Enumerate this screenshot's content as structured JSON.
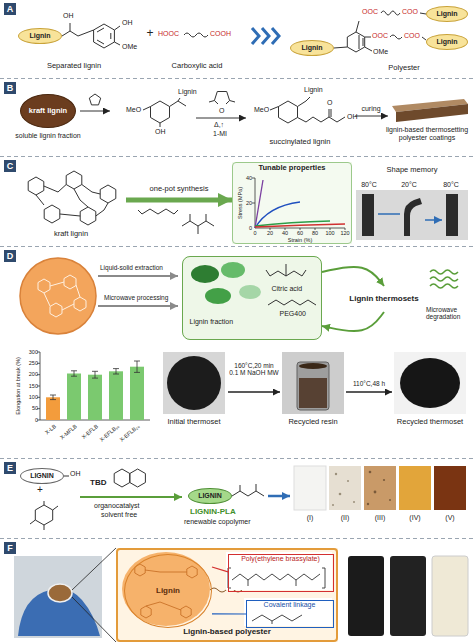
{
  "diagram": {
    "nodes": [
      {
        "text": [
          "A"
        ]
      },
      {
        "text": [
          "Lignin"
        ],
        "in": 0
      },
      {
        "text": [
          "Lignin"
        ],
        "in": 0
      },
      {
        "text": [
          "Lignin"
        ],
        "in": 0
      },
      {
        "text": [
          "Lignin"
        ],
        "in": 0
      },
      {
        "text": [
          "B"
        ]
      },
      {
        "text": [
          "kraft lignin"
        ],
        "in": 5
      },
      {
        "text": [
          "C"
        ]
      },
      {
        "text": [
          "kraft lignin"
        ],
        "in": 7
      },
      {
        "text": [
          "Tunable properties"
        ],
        "in": 7
      },
      {
        "text": [
          "D"
        ]
      },
      {
        "text": [
          "Lignin fraction",
          "Citric acid",
          "PEG400"
        ],
        "in": 10
      },
      {
        "text": [
          "Lignin thermosets"
        ],
        "in": 10
      },
      {
        "text": [
          "Initial thermoset"
        ],
        "in": 10
      },
      {
        "text": [
          "Recycled resin"
        ],
        "in": 10
      },
      {
        "text": [
          "Recycled thermoset"
        ],
        "in": 10
      },
      {
        "text": [
          "E"
        ]
      },
      {
        "text": [
          "LIGNIN"
        ],
        "in": 16
      },
      {
        "text": [
          "LIGNIN"
        ],
        "in": 16
      },
      {
        "text": [
          "F"
        ]
      },
      {
        "text": [
          "Lignin-based polyester"
        ],
        "in": 19
      },
      {
        "text": [
          "Lignin"
        ],
        "in": 20
      },
      {
        "text": [
          "Poly(ethylene brassylate)"
        ],
        "in": 20
      },
      {
        "text": [
          "Covalent linkage"
        ],
        "in": 20
      }
    ],
    "edges": [
      {
        "from": 8,
        "to": 9,
        "arrow": "to",
        "label": "one-pot synthesis"
      },
      {
        "from": 11,
        "to": 12,
        "arrow": "to"
      },
      {
        "from": 12,
        "to": 11,
        "arrow": "to",
        "label": "Microwave degradation"
      },
      {
        "from": 13,
        "to": 14,
        "arrow": "to",
        "label": "160°C,20 min 0.1 M NaOH MW"
      },
      {
        "from": 14,
        "to": 15,
        "arrow": "to",
        "label": "110°C,48 h"
      },
      {
        "from": 21,
        "to": 22,
        "arrow": "none"
      },
      {
        "from": 21,
        "to": 23,
        "arrow": "none"
      }
    ],
    "labels": [
      "OH",
      "OH",
      "OMe",
      "Separated lignin",
      "+",
      "HOOC",
      "COOH",
      "Carboxylic acid",
      "OOC",
      "COO",
      "OOC",
      "COO",
      "OMe",
      "Polyester",
      "soluble lignin fraction",
      "Lignin",
      "MeO",
      "OH",
      "O",
      "Δ,↑",
      "1-MI",
      "Lignin",
      "MeO",
      "O",
      "OH",
      "succinylated lignin",
      "curing",
      "lignin-based thermosetting polyester coatings",
      "Stress (MPa)",
      "0",
      "20",
      "40",
      "0",
      "20",
      "40",
      "60",
      "80",
      "100",
      "120",
      "Strain (%)",
      "Shape memory",
      "80°C",
      "20°C",
      "80°C",
      "Liquid-solid extraction",
      "Microwave processing",
      "Elongation at break (%)",
      "0",
      "50",
      "100",
      "150",
      "200",
      "250",
      "300",
      "X-LB",
      "X-MFLB",
      "X-EFLB",
      "X-EFLB₁₀",
      "X-EFLB₂₀",
      "OH",
      "+",
      "TBD",
      "organocatalyst",
      "solvent free",
      "LIGNIN-PLA",
      "renewable copolymer",
      "(I)",
      "(II)",
      "(III)",
      "(IV)",
      "(V)"
    ]
  }
}
